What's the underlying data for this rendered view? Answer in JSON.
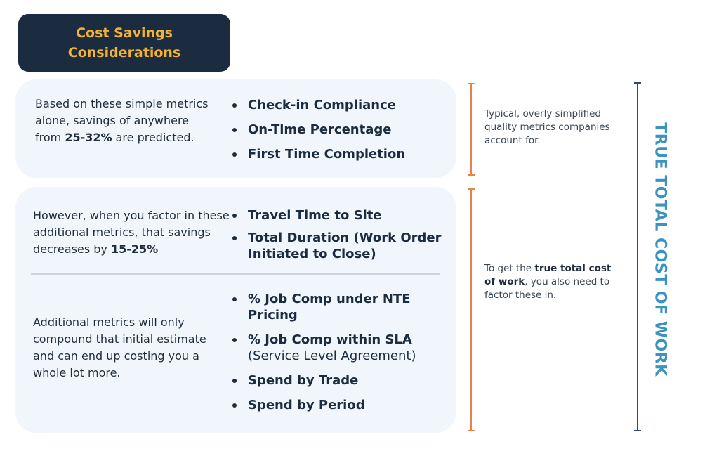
{
  "header": {
    "title_line1": "Cost Savings",
    "title_line2": "Considerations"
  },
  "section1": {
    "desc_pre": "Based on these simple metrics alone, savings of anywhere from ",
    "desc_bold": "25-32%",
    "desc_post": " are predicted.",
    "metrics": [
      "Check-in Compliance",
      "On-Time Percentage",
      "First Time Completion"
    ]
  },
  "section2": {
    "desc_pre": "However, when you factor in these additional metrics, that savings decreases by ",
    "desc_bold": "15-25%",
    "metrics": [
      "Travel Time to Site",
      "Total Duration (Work Order Initiated to Close)"
    ]
  },
  "section3": {
    "desc": "Additional metrics will only compound that initial estimate and can end up costing you a whole lot more.",
    "metrics": [
      {
        "main": "% Job Comp under NTE Pricing",
        "sub": ""
      },
      {
        "main": "% Job Comp within SLA",
        "sub": "(Service Level Agreement)"
      },
      {
        "main": "Spend by Trade",
        "sub": ""
      },
      {
        "main": "Spend by Period",
        "sub": ""
      }
    ]
  },
  "notes": {
    "note1": "Typical, overly simplified quality metrics companies account for.",
    "note2_pre": "To get the ",
    "note2_bold": "true total cost of work",
    "note2_post": ", you also need to factor these in."
  },
  "side_title": "TRUE TOTAL COST OF WORK",
  "colors": {
    "badge_bg": "#1c2c40",
    "badge_text": "#f2b233",
    "panel_bg": "#f1f6fc",
    "bracket_orange": "#e8814a",
    "bracket_navy": "#2b4a7e",
    "side_title": "#3b93bf"
  }
}
